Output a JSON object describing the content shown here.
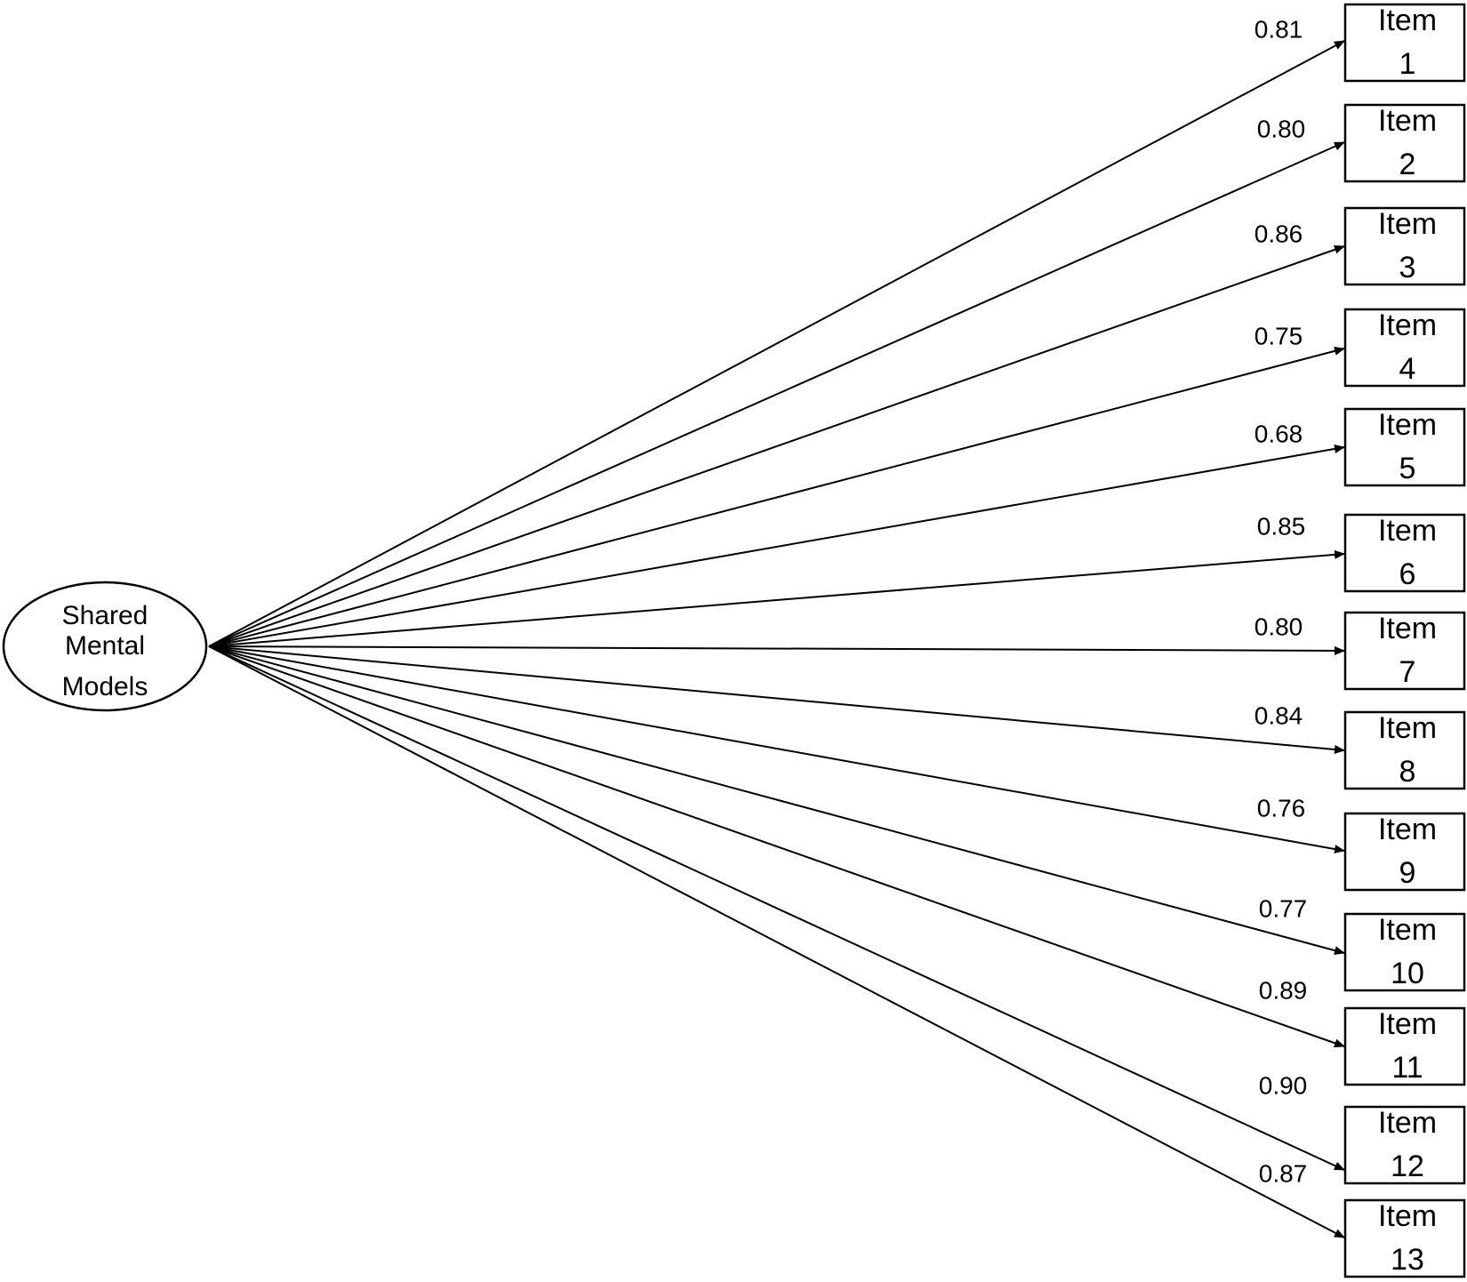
{
  "factor": {
    "lines": [
      "Shared",
      "Mental",
      "Models"
    ]
  },
  "paths": [
    {
      "item": [
        "Item",
        "1"
      ],
      "loading": "0.81"
    },
    {
      "item": [
        "Item",
        "2"
      ],
      "loading": "0.80"
    },
    {
      "item": [
        "Item",
        "3"
      ],
      "loading": "0.86"
    },
    {
      "item": [
        "Item",
        "4"
      ],
      "loading": "0.75"
    },
    {
      "item": [
        "Item",
        "5"
      ],
      "loading": "0.68"
    },
    {
      "item": [
        "Item",
        "6"
      ],
      "loading": "0.85"
    },
    {
      "item": [
        "Item",
        "7"
      ],
      "loading": "0.80"
    },
    {
      "item": [
        "Item",
        "8"
      ],
      "loading": "0.84"
    },
    {
      "item": [
        "Item",
        "9"
      ],
      "loading": "0.76"
    },
    {
      "item": [
        "Item",
        "10"
      ],
      "loading": "0.77"
    },
    {
      "item": [
        "Item",
        "11"
      ],
      "loading": "0.89"
    },
    {
      "item": [
        "Item",
        "12"
      ],
      "loading": "0.90"
    },
    {
      "item": [
        "Item",
        "13"
      ],
      "loading": "0.87"
    }
  ]
}
